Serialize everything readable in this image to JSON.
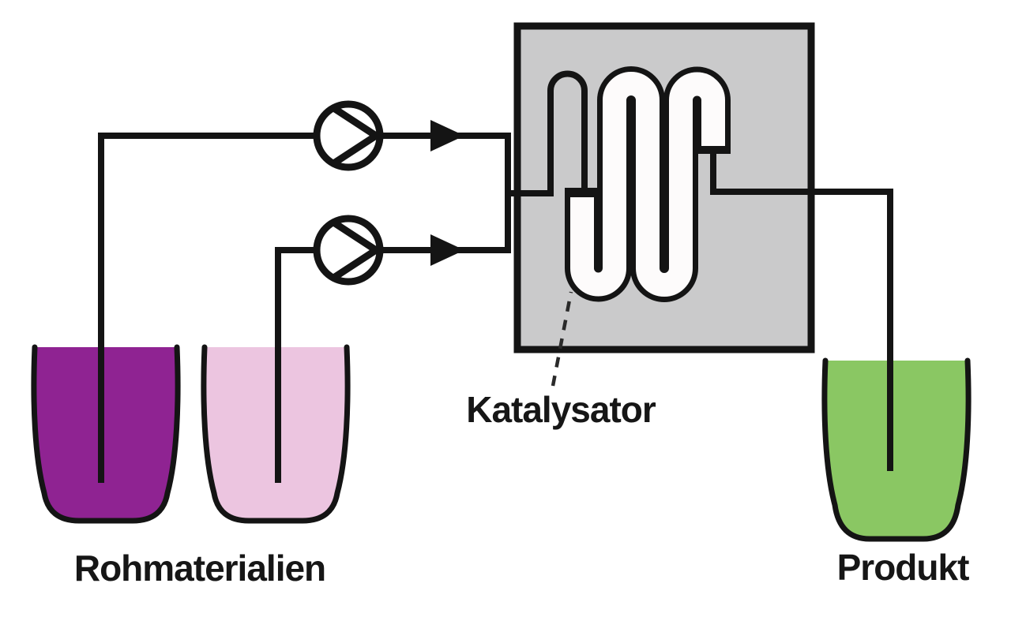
{
  "diagram": {
    "labels": {
      "raw_materials": "Rohmaterialien",
      "catalyst": "Katalysator",
      "product": "Produkt"
    },
    "colors": {
      "raw_material_a": "#8f2392",
      "raw_material_b": "#ecc5e0",
      "product": "#8ac763",
      "reactor_body": "#cacacb",
      "channel": "#fdfbfb",
      "line": "#141414",
      "background": "#ffffff"
    },
    "icons": {
      "pump_icon": "circle-with-inscribed-right-chevron",
      "flow_arrow_icon": "solid-right-arrowhead",
      "catalyst_leader_icon": "dashed-leader-line"
    }
  }
}
